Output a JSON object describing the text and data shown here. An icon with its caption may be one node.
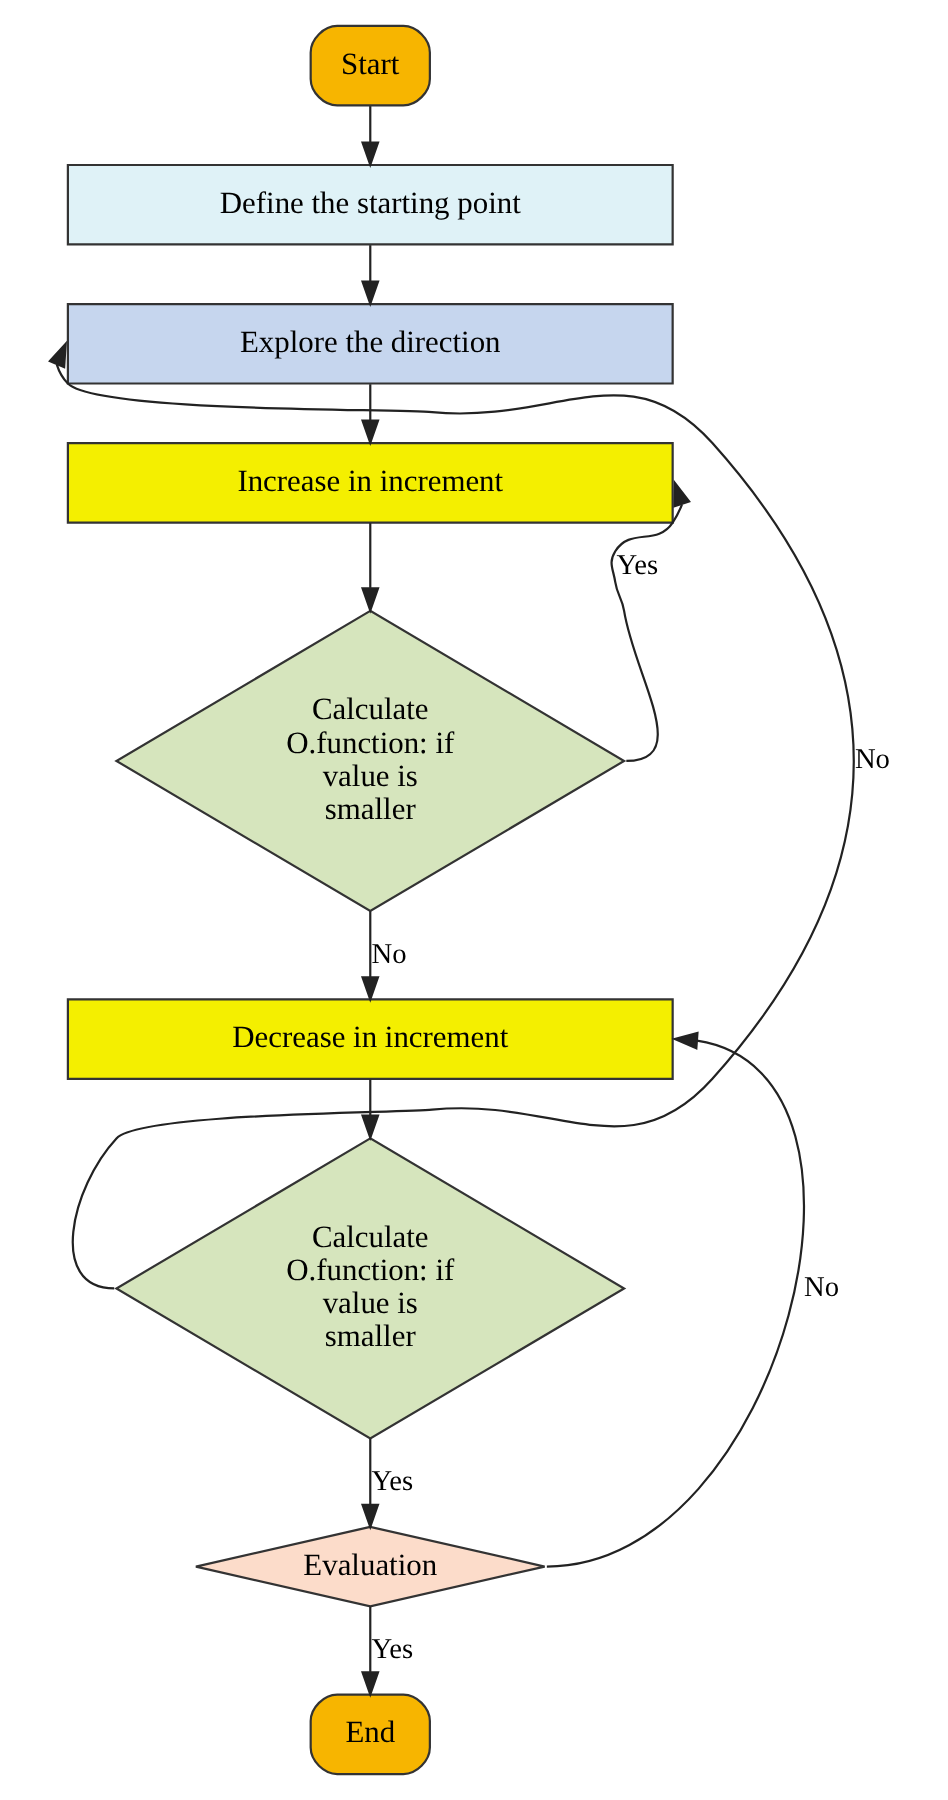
{
  "diagram": {
    "nodes": [
      {
        "text": [
          "Start"
        ]
      },
      {
        "text": [
          "Define the starting point"
        ]
      },
      {
        "text": [
          "Explore the direction"
        ]
      },
      {
        "text": [
          "Increase in increment"
        ]
      },
      {
        "text": [
          "Calculate O.function: if value is smaller"
        ]
      },
      {
        "text": [
          "Decrease in increment"
        ]
      },
      {
        "text": [
          "Calculate O.function: if value is smaller"
        ]
      },
      {
        "text": [
          "Evaluation"
        ]
      },
      {
        "text": [
          "End"
        ]
      }
    ],
    "edges": [
      {
        "from": 0,
        "to": 1,
        "arrow": "to"
      },
      {
        "from": 1,
        "to": 2,
        "arrow": "to"
      },
      {
        "from": 2,
        "to": 3,
        "arrow": "to"
      },
      {
        "from": 3,
        "to": 4,
        "arrow": "to"
      },
      {
        "from": 4,
        "to": 3,
        "arrow": "to",
        "label": "Yes"
      },
      {
        "from": 4,
        "to": 5,
        "arrow": "to",
        "label": "No"
      },
      {
        "from": 5,
        "to": 6,
        "arrow": "to"
      },
      {
        "from": 6,
        "to": 2,
        "arrow": "to",
        "label": "No"
      },
      {
        "from": 6,
        "to": 7,
        "arrow": "to",
        "label": "Yes"
      },
      {
        "from": 7,
        "to": 5,
        "arrow": "to",
        "label": "No"
      },
      {
        "from": 7,
        "to": 8,
        "arrow": "to",
        "label": "Yes"
      }
    ]
  }
}
